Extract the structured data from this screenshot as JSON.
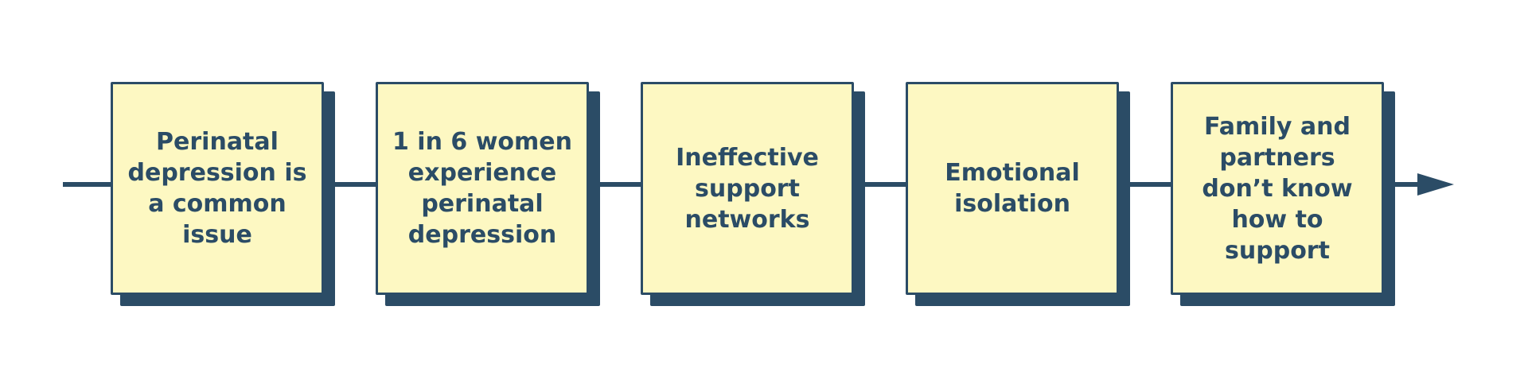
{
  "diagram": {
    "steps": [
      {
        "label": "Perinatal depression is a common issue"
      },
      {
        "label": "1 in 6 women experience perinatal depression"
      },
      {
        "label": "Ineffective support networks"
      },
      {
        "label": "Emotional isolation"
      },
      {
        "label": "Family and partners don’t know how to support"
      }
    ]
  },
  "colors": {
    "box_fill": "#fdf8c2",
    "box_border": "#2b4c66",
    "shadow": "#2b4c66",
    "text": "#2b4c66",
    "connector": "#2b4c66"
  }
}
